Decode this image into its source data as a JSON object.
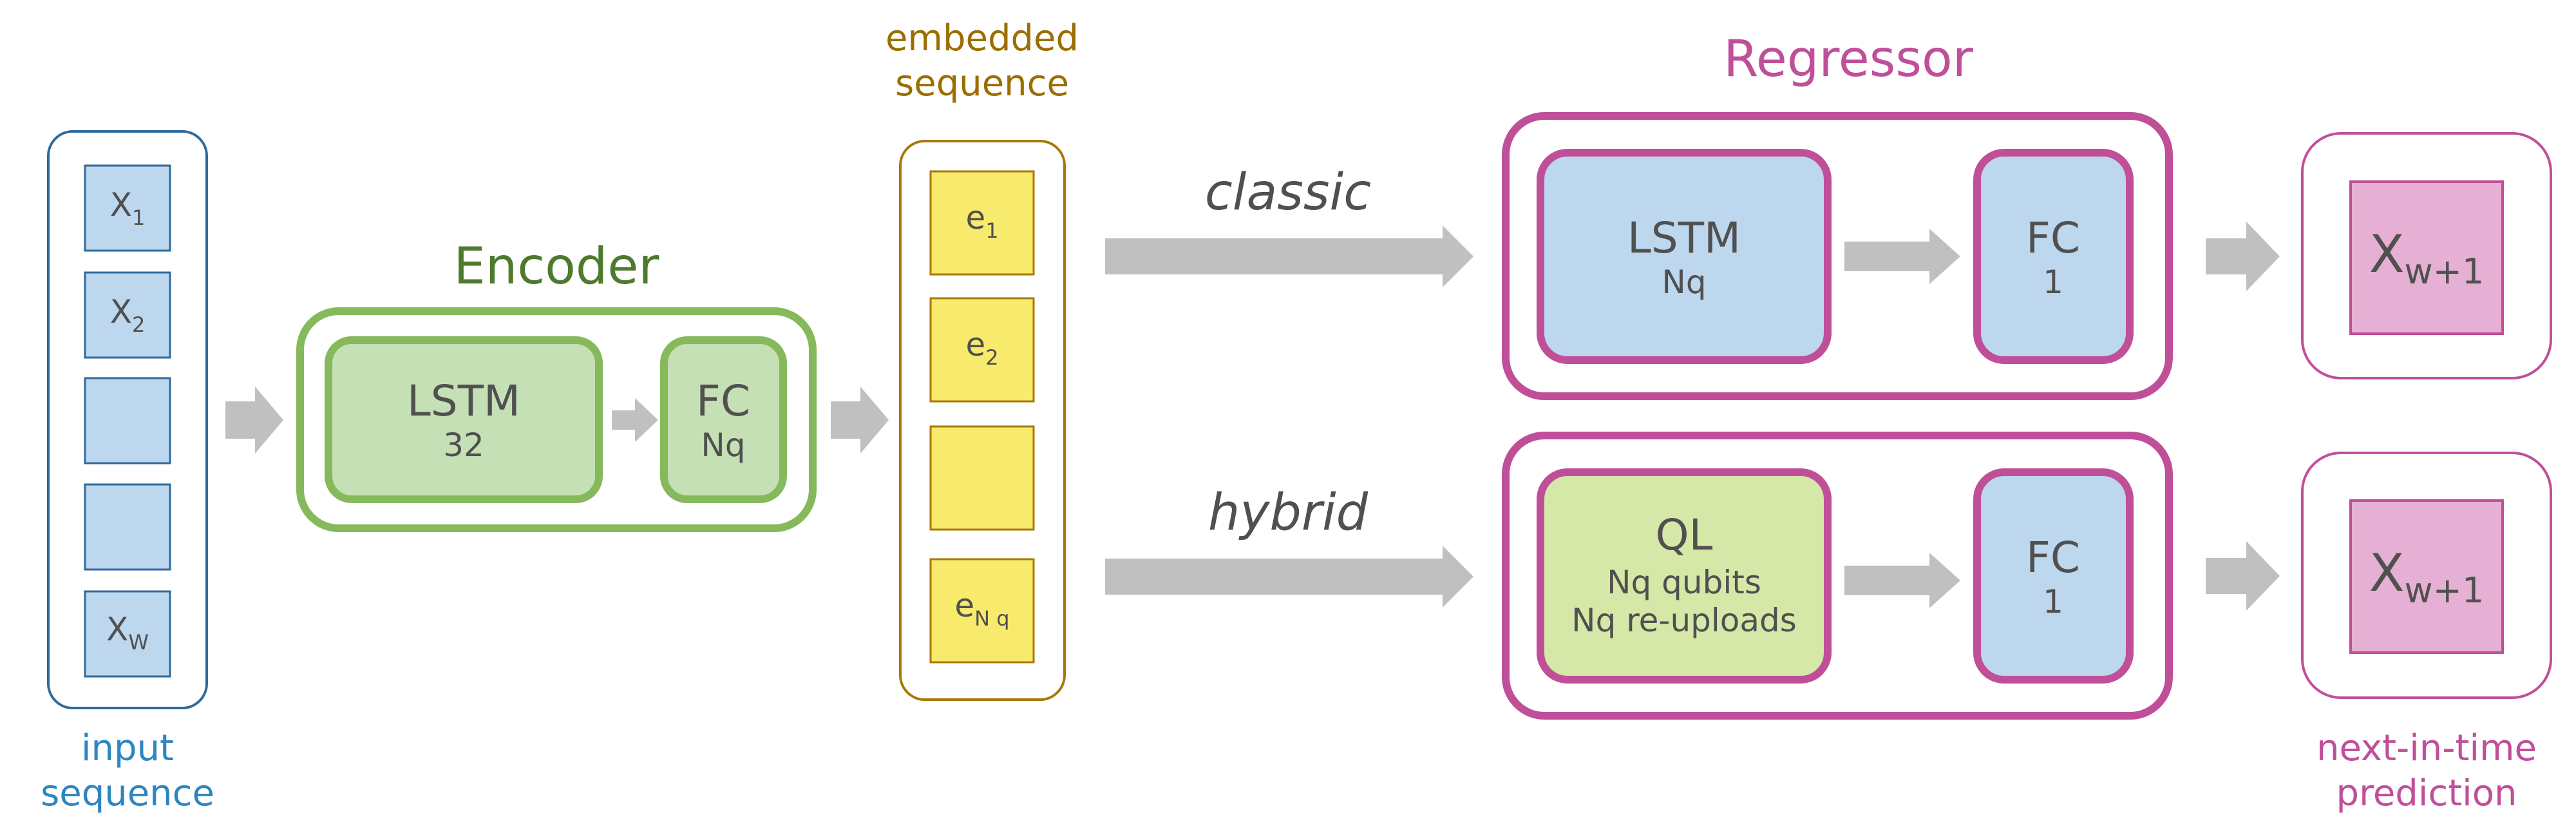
{
  "input": {
    "caption_line1": "input",
    "caption_line2": "sequence",
    "cells": [
      {
        "main": "X",
        "sub": "1"
      },
      {
        "main": "X",
        "sub": "2"
      },
      {
        "main": "",
        "sub": ""
      },
      {
        "main": "",
        "sub": ""
      },
      {
        "main": "X",
        "sub": "W"
      }
    ]
  },
  "encoder": {
    "title": "Encoder",
    "lstm_label": "LSTM",
    "lstm_size": "32",
    "fc_label": "FC",
    "fc_size": "Nq"
  },
  "embedded": {
    "caption_line1": "embedded",
    "caption_line2": "sequence",
    "cells": [
      {
        "main": "e",
        "sub": "1"
      },
      {
        "main": "e",
        "sub": "2"
      },
      {
        "main": "",
        "sub": ""
      },
      {
        "main": "e",
        "sub": "N q"
      }
    ]
  },
  "regressor": {
    "title": "Regressor",
    "classic": {
      "route_label": "classic",
      "lstm_label": "LSTM",
      "lstm_size": "Nq",
      "fc_label": "FC",
      "fc_size": "1"
    },
    "hybrid": {
      "route_label": "hybrid",
      "ql_label": "QL",
      "ql_line2": "Nq qubits",
      "ql_line3": "Nq re-uploads",
      "fc_label": "FC",
      "fc_size": "1"
    }
  },
  "output": {
    "caption_line1": "next-in-time",
    "caption_line2": "prediction",
    "classic": {
      "main": "X",
      "sub": "w+1"
    },
    "hybrid": {
      "main": "X",
      "sub": "w+1"
    }
  },
  "colors": {
    "input_blue": "#2f6a9c",
    "input_fill": "#bdd7ee",
    "input_caption": "#2e86c1",
    "encoder_green": "#86b85c",
    "encoder_fill": "#c5e0b4",
    "encoder_title": "#4e7a2e",
    "embedded_gold": "#a87808",
    "embedded_fill": "#f8ea6c",
    "embedded_caption": "#9a6e00",
    "regressor_magenta": "#c04f9a",
    "ql_fill": "#d6e8a8",
    "output_fill": "#e6b0d4",
    "arrow_gray": "#c0c0c0",
    "text_gray": "#505050"
  }
}
